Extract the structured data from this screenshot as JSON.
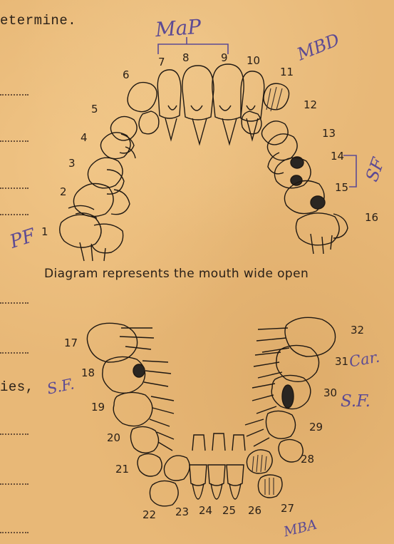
{
  "page": {
    "typed_top": "etermine.",
    "typed_side": "ies,",
    "caption": "Diagram represents the mouth wide open"
  },
  "upper_numbers": [
    "1",
    "2",
    "3",
    "4",
    "5",
    "6",
    "7",
    "8",
    "9",
    "10",
    "11",
    "12",
    "13",
    "14",
    "15",
    "16"
  ],
  "lower_numbers": [
    "17",
    "18",
    "19",
    "20",
    "21",
    "22",
    "23",
    "24",
    "25",
    "26",
    "27",
    "28",
    "29",
    "30",
    "31",
    "32"
  ],
  "annotations": {
    "upper_front": "MaP",
    "upper_right": "MBD",
    "upper_left": "PF",
    "upper_bracket": "SF",
    "lower_left": "S.F.",
    "lower_right_30": "S.F.",
    "lower_right_31": "Car.",
    "lower_bottom": "MBA"
  },
  "colors": {
    "paper": "#e8b877",
    "ink": "#1f1812",
    "pencil": "#5c4a94"
  }
}
